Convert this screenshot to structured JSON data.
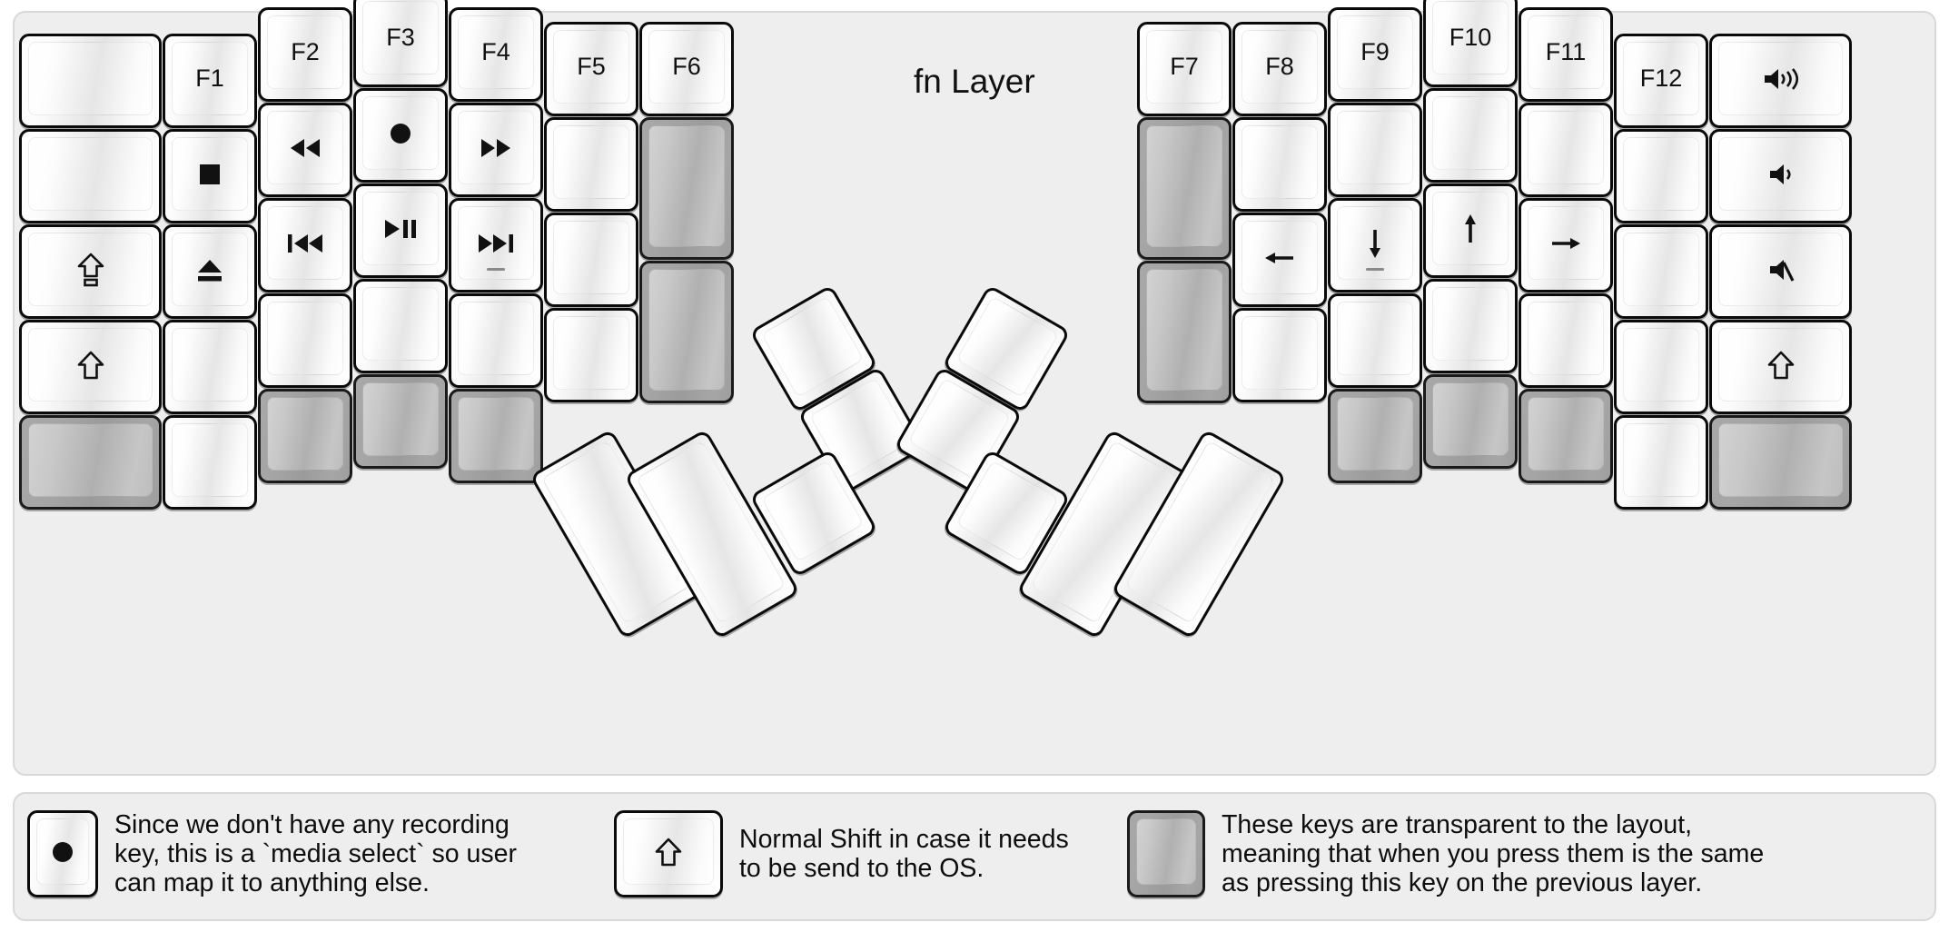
{
  "title": "fn Layer",
  "colors": {
    "background": "#eeeeee",
    "panel_border": "#d8d8d8",
    "key_border": "#0a0a0a",
    "key_face": "#e6e6e6",
    "transparent_key": "#a8a8a8",
    "text": "#111111"
  },
  "left_half": {
    "columns": [
      {
        "name": "col-pinky-outer",
        "keys": [
          {
            "label": "",
            "icon": "",
            "type": "normal",
            "size": "1.5u"
          },
          {
            "label": "",
            "icon": "",
            "type": "normal",
            "size": "1.5u"
          },
          {
            "label": "",
            "icon": "caps-lock-icon",
            "type": "normal",
            "size": "1.5u"
          },
          {
            "label": "",
            "icon": "shift-icon",
            "type": "normal",
            "size": "1.5u"
          },
          {
            "label": "",
            "icon": "",
            "type": "transparent",
            "size": "1u"
          }
        ]
      },
      {
        "name": "col-pinky",
        "keys": [
          {
            "label": "F1",
            "icon": "",
            "type": "normal",
            "size": "1u"
          },
          {
            "label": "",
            "icon": "media-stop-icon",
            "type": "normal",
            "size": "1u"
          },
          {
            "label": "",
            "icon": "media-eject-icon",
            "type": "normal",
            "size": "1u"
          },
          {
            "label": "",
            "icon": "",
            "type": "normal",
            "size": "1u"
          },
          {
            "label": "",
            "icon": "",
            "type": "normal",
            "size": "1u"
          }
        ]
      },
      {
        "name": "col-ring",
        "keys": [
          {
            "label": "F2",
            "icon": "",
            "type": "normal",
            "size": "1u"
          },
          {
            "label": "",
            "icon": "media-rewind-icon",
            "type": "normal",
            "size": "1u"
          },
          {
            "label": "",
            "icon": "media-prev-track-icon",
            "type": "normal",
            "size": "1u"
          },
          {
            "label": "",
            "icon": "",
            "type": "normal",
            "size": "1u"
          },
          {
            "label": "",
            "icon": "",
            "type": "transparent",
            "size": "1u"
          }
        ]
      },
      {
        "name": "col-middle",
        "keys": [
          {
            "label": "F3",
            "icon": "",
            "type": "normal",
            "size": "1u"
          },
          {
            "label": "",
            "icon": "media-record-icon",
            "type": "normal",
            "size": "1u"
          },
          {
            "label": "",
            "icon": "media-play-pause-icon",
            "type": "normal",
            "size": "1u"
          },
          {
            "label": "",
            "icon": "",
            "type": "normal",
            "size": "1u"
          },
          {
            "label": "",
            "icon": "",
            "type": "transparent",
            "size": "1u"
          }
        ]
      },
      {
        "name": "col-index",
        "keys": [
          {
            "label": "F4",
            "icon": "",
            "type": "normal",
            "size": "1u"
          },
          {
            "label": "",
            "icon": "media-fast-forward-icon",
            "type": "normal",
            "size": "1u"
          },
          {
            "label": "",
            "icon": "media-next-track-icon",
            "type": "normal",
            "size": "1u",
            "homing": true
          },
          {
            "label": "",
            "icon": "",
            "type": "normal",
            "size": "1u"
          },
          {
            "label": "",
            "icon": "",
            "type": "transparent",
            "size": "1u"
          }
        ]
      },
      {
        "name": "col-index-inner",
        "keys": [
          {
            "label": "F5",
            "icon": "",
            "type": "normal",
            "size": "1u"
          },
          {
            "label": "",
            "icon": "",
            "type": "normal",
            "size": "1u"
          },
          {
            "label": "",
            "icon": "",
            "type": "normal",
            "size": "1u"
          },
          {
            "label": "",
            "icon": "",
            "type": "normal",
            "size": "1u"
          }
        ]
      },
      {
        "name": "col-inner",
        "keys": [
          {
            "label": "F6",
            "icon": "",
            "type": "normal",
            "size": "1u"
          },
          {
            "label": "",
            "icon": "",
            "type": "transparent",
            "size": "1.5u"
          },
          {
            "label": "",
            "icon": "",
            "type": "transparent",
            "size": "1.5u"
          }
        ]
      }
    ],
    "thumb_cluster": [
      {
        "name": "thumb-left-2u-outer",
        "icon": "",
        "type": "normal",
        "size": "2u"
      },
      {
        "name": "thumb-left-2u-inner",
        "icon": "",
        "type": "normal",
        "size": "2u"
      },
      {
        "name": "thumb-left-1u-top",
        "icon": "",
        "type": "normal",
        "size": "1u"
      },
      {
        "name": "thumb-left-1u-mid",
        "icon": "",
        "type": "normal",
        "size": "1u"
      },
      {
        "name": "thumb-left-1u-bottom",
        "icon": "",
        "type": "normal",
        "size": "1u"
      }
    ]
  },
  "right_half": {
    "columns": [
      {
        "name": "col-inner",
        "keys": [
          {
            "label": "F7",
            "icon": "",
            "type": "normal",
            "size": "1u"
          },
          {
            "label": "",
            "icon": "",
            "type": "transparent",
            "size": "1.5u"
          },
          {
            "label": "",
            "icon": "",
            "type": "transparent",
            "size": "1.5u"
          }
        ]
      },
      {
        "name": "col-index-inner",
        "keys": [
          {
            "label": "F8",
            "icon": "",
            "type": "normal",
            "size": "1u"
          },
          {
            "label": "",
            "icon": "",
            "type": "normal",
            "size": "1u"
          },
          {
            "label": "",
            "icon": "arrow-left-icon",
            "type": "normal",
            "size": "1u"
          },
          {
            "label": "",
            "icon": "",
            "type": "normal",
            "size": "1u"
          }
        ]
      },
      {
        "name": "col-index",
        "keys": [
          {
            "label": "F9",
            "icon": "",
            "type": "normal",
            "size": "1u"
          },
          {
            "label": "",
            "icon": "",
            "type": "normal",
            "size": "1u"
          },
          {
            "label": "",
            "icon": "arrow-down-icon",
            "type": "normal",
            "size": "1u",
            "homing": true
          },
          {
            "label": "",
            "icon": "",
            "type": "normal",
            "size": "1u"
          },
          {
            "label": "",
            "icon": "",
            "type": "transparent",
            "size": "1u"
          }
        ]
      },
      {
        "name": "col-middle",
        "keys": [
          {
            "label": "F10",
            "icon": "",
            "type": "normal",
            "size": "1u"
          },
          {
            "label": "",
            "icon": "",
            "type": "normal",
            "size": "1u"
          },
          {
            "label": "",
            "icon": "arrow-up-icon",
            "type": "normal",
            "size": "1u"
          },
          {
            "label": "",
            "icon": "",
            "type": "normal",
            "size": "1u"
          },
          {
            "label": "",
            "icon": "",
            "type": "transparent",
            "size": "1u"
          }
        ]
      },
      {
        "name": "col-ring",
        "keys": [
          {
            "label": "F11",
            "icon": "",
            "type": "normal",
            "size": "1u"
          },
          {
            "label": "",
            "icon": "",
            "type": "normal",
            "size": "1u"
          },
          {
            "label": "",
            "icon": "arrow-right-icon",
            "type": "normal",
            "size": "1u"
          },
          {
            "label": "",
            "icon": "",
            "type": "normal",
            "size": "1u"
          },
          {
            "label": "",
            "icon": "",
            "type": "transparent",
            "size": "1u"
          }
        ]
      },
      {
        "name": "col-pinky",
        "keys": [
          {
            "label": "F12",
            "icon": "",
            "type": "normal",
            "size": "1u"
          },
          {
            "label": "",
            "icon": "",
            "type": "normal",
            "size": "1u"
          },
          {
            "label": "",
            "icon": "",
            "type": "normal",
            "size": "1u"
          },
          {
            "label": "",
            "icon": "",
            "type": "normal",
            "size": "1u"
          },
          {
            "label": "",
            "icon": "",
            "type": "normal",
            "size": "1u"
          }
        ]
      },
      {
        "name": "col-pinky-outer",
        "keys": [
          {
            "label": "",
            "icon": "volume-up-icon",
            "type": "normal",
            "size": "1.5u"
          },
          {
            "label": "",
            "icon": "volume-down-icon",
            "type": "normal",
            "size": "1.5u"
          },
          {
            "label": "",
            "icon": "volume-mute-icon",
            "type": "normal",
            "size": "1.5u"
          },
          {
            "label": "",
            "icon": "shift-icon",
            "type": "normal",
            "size": "1.5u"
          },
          {
            "label": "",
            "icon": "",
            "type": "transparent",
            "size": "1u"
          }
        ]
      }
    ],
    "thumb_cluster": [
      {
        "name": "thumb-right-1u-top",
        "icon": "",
        "type": "normal",
        "size": "1u"
      },
      {
        "name": "thumb-right-1u-mid",
        "icon": "",
        "type": "normal",
        "size": "1u"
      },
      {
        "name": "thumb-right-1u-bottom",
        "icon": "",
        "type": "normal",
        "size": "1u"
      },
      {
        "name": "thumb-right-2u-inner",
        "icon": "",
        "type": "normal",
        "size": "2u"
      },
      {
        "name": "thumb-right-2u-outer",
        "icon": "",
        "type": "normal",
        "size": "2u"
      }
    ]
  },
  "legend": [
    {
      "icon": "media-record-icon",
      "key_type": "normal",
      "text": "Since we don't have any recording\nkey, this is a `media select` so user\ncan map it to anything else."
    },
    {
      "icon": "shift-icon",
      "key_type": "normal",
      "text": "Normal Shift in case it needs\nto be send to the OS."
    },
    {
      "icon": "",
      "key_type": "transparent",
      "text": "These keys are transparent to the layout,\nmeaning that when you press them is the same\nas pressing this key on the previous layer."
    }
  ]
}
